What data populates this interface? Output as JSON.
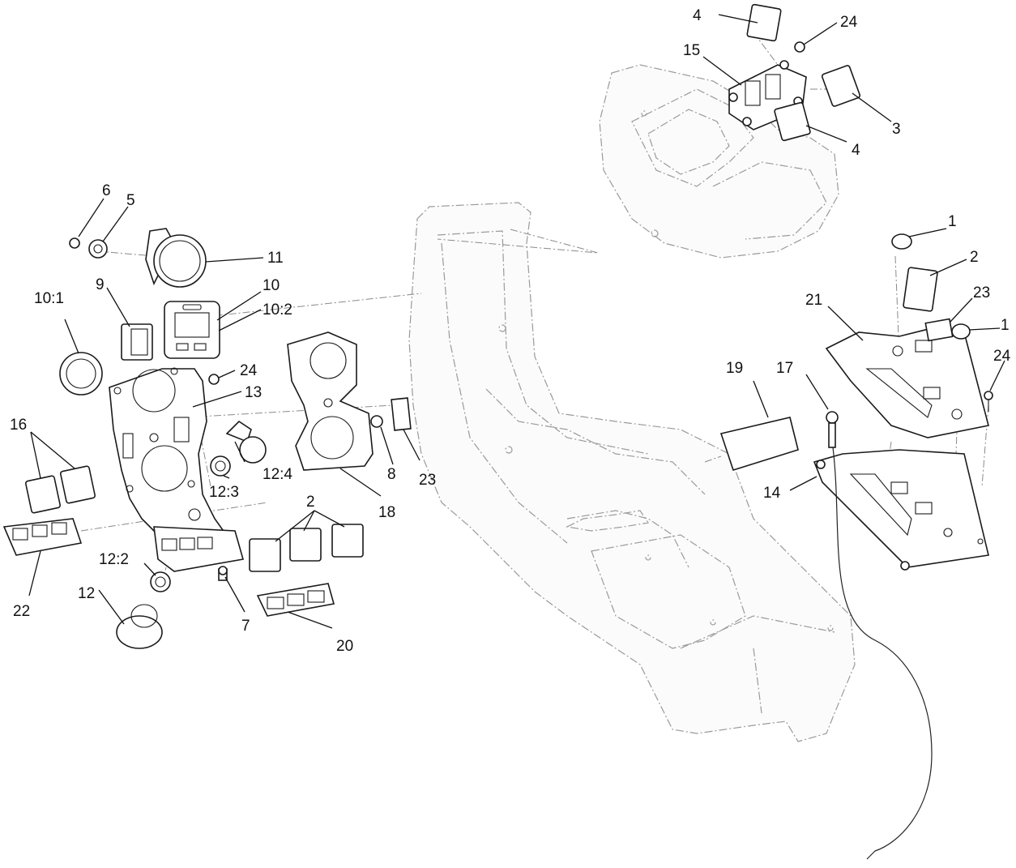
{
  "diagram": {
    "callouts": {
      "c1a": "1",
      "c1b": "1",
      "c2a": "2",
      "c2b": "2",
      "c3": "3",
      "c4a": "4",
      "c4b": "4",
      "c5": "5",
      "c6": "6",
      "c7": "7",
      "c8": "8",
      "c9": "9",
      "c10": "10",
      "c10_1": "10:1",
      "c10_2": "10:2",
      "c11": "11",
      "c12": "12",
      "c12_2": "12:2",
      "c12_3": "12:3",
      "c12_4": "12:4",
      "c13": "13",
      "c14": "14",
      "c15": "15",
      "c16": "16",
      "c17": "17",
      "c18": "18",
      "c19": "19",
      "c20": "20",
      "c21": "21",
      "c22": "22",
      "c23a": "23",
      "c23b": "23",
      "c24a": "24",
      "c24b": "24",
      "c24c": "24"
    }
  }
}
